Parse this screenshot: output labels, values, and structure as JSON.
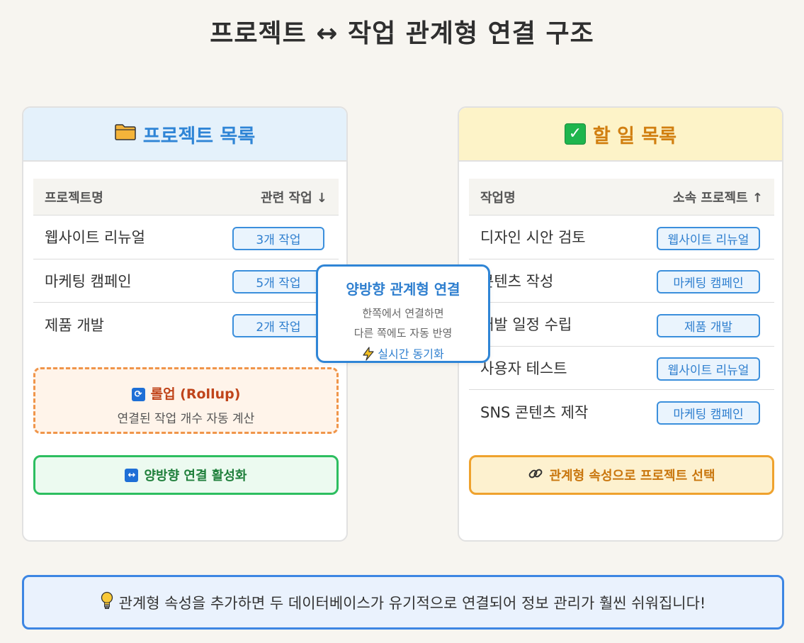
{
  "title": "프로젝트 ↔ 작업 관계형 연결 구조",
  "left_panel": {
    "header": "프로젝트 목록",
    "icon": "folder-icon",
    "columns": [
      "프로젝트명",
      "관련 작업 ↓"
    ],
    "rows": [
      {
        "name": "웹사이트 리뉴얼",
        "tag": "3개 작업"
      },
      {
        "name": "마케팅 캠페인",
        "tag": "5개 작업"
      },
      {
        "name": "제품 개발",
        "tag": "2개 작업"
      }
    ],
    "rollup_title": "롤업 (Rollup)",
    "rollup_desc": "연결된 작업 개수 자동 계산",
    "action": "양방향 연결 활성화"
  },
  "right_panel": {
    "header": "할 일 목록",
    "icon": "check-box-icon",
    "columns": [
      "작업명",
      "소속 프로젝트 ↑"
    ],
    "rows": [
      {
        "name": "디자인 시안 검토",
        "tag": "웹사이트 리뉴얼"
      },
      {
        "name": "콘텐츠 작성",
        "tag": "마케팅 캠페인"
      },
      {
        "name": "개발 일정 수립",
        "tag": "제품 개발"
      },
      {
        "name": "사용자 테스트",
        "tag": "웹사이트 리뉴얼"
      },
      {
        "name": "SNS 콘텐츠 제작",
        "tag": "마케팅 캠페인"
      }
    ],
    "action": "관계형 속성으로 프로젝트 선택"
  },
  "bidirectional": {
    "title": "양방향 관계형 연결",
    "line1": "한쪽에서 연결하면",
    "line2": "다른 쪽에도 자동 반영",
    "realtime": "실시간 동기화"
  },
  "tip": "관계형 속성을 추가하면 두 데이터베이스가 유기적으로 연결되어 정보 관리가 훨씬 쉬워집니다!"
}
